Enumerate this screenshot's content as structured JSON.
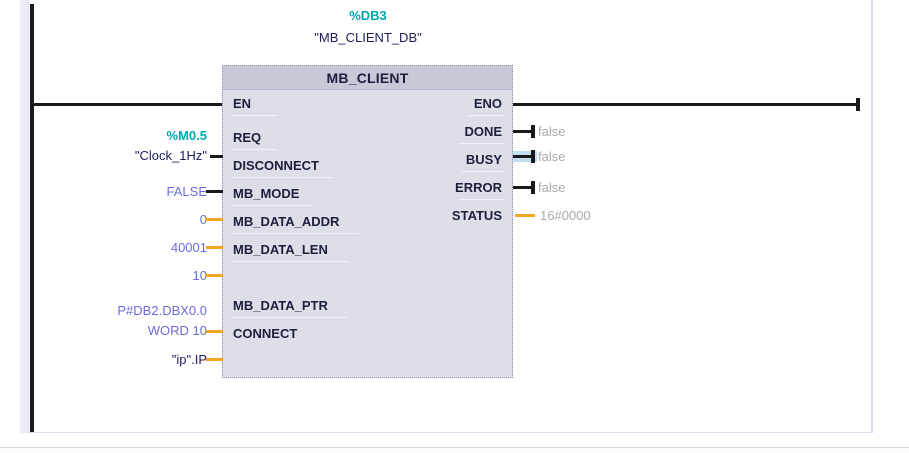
{
  "network": {
    "instance_db_address": "%DB3",
    "instance_db_symbol": "\"MB_CLIENT_DB\"",
    "block_title": "MB_CLIENT"
  },
  "colors": {
    "absolute_address": "#00a8b0",
    "symbolic_name": "#1e1e5a",
    "literal_value": "#6b6be0",
    "monitor_value": "#aaaaaa",
    "bool_wire": "#1a1a1a",
    "data_wire": "#f5a623",
    "selection_halo": "#c3ddf1",
    "block_body": "#dddee8",
    "block_header": "#c5c9d8"
  },
  "pins": {
    "en": "EN",
    "eno": "ENO",
    "inputs": [
      {
        "name": "REQ",
        "label": "REQ"
      },
      {
        "name": "DISCONNECT",
        "label": "DISCONNECT"
      },
      {
        "name": "MB_MODE",
        "label": "MB_MODE"
      },
      {
        "name": "MB_DATA_ADDR",
        "label": "MB_DATA_ADDR"
      },
      {
        "name": "MB_DATA_LEN",
        "label": "MB_DATA_LEN"
      },
      {
        "name": "MB_DATA_PTR",
        "label": "MB_DATA_PTR"
      },
      {
        "name": "CONNECT",
        "label": "CONNECT"
      }
    ],
    "outputs": [
      {
        "name": "DONE",
        "label": "DONE"
      },
      {
        "name": "BUSY",
        "label": "BUSY"
      },
      {
        "name": "ERROR",
        "label": "ERROR"
      },
      {
        "name": "STATUS",
        "label": "STATUS"
      }
    ]
  },
  "operands": {
    "req_address": "%M0.5",
    "req_symbol": "\"Clock_1Hz\"",
    "disconnect_value": "FALSE",
    "mb_mode_value": "0",
    "mb_data_addr_value": "40001",
    "mb_data_len_value": "10",
    "mb_data_ptr_line1": "P#DB2.DBX0.0",
    "mb_data_ptr_line2": "WORD 10",
    "connect_value": "\"ip\".IP"
  },
  "monitor": {
    "done_value": "false",
    "busy_value": "false",
    "error_value": "false",
    "status_value": "16#0000"
  }
}
